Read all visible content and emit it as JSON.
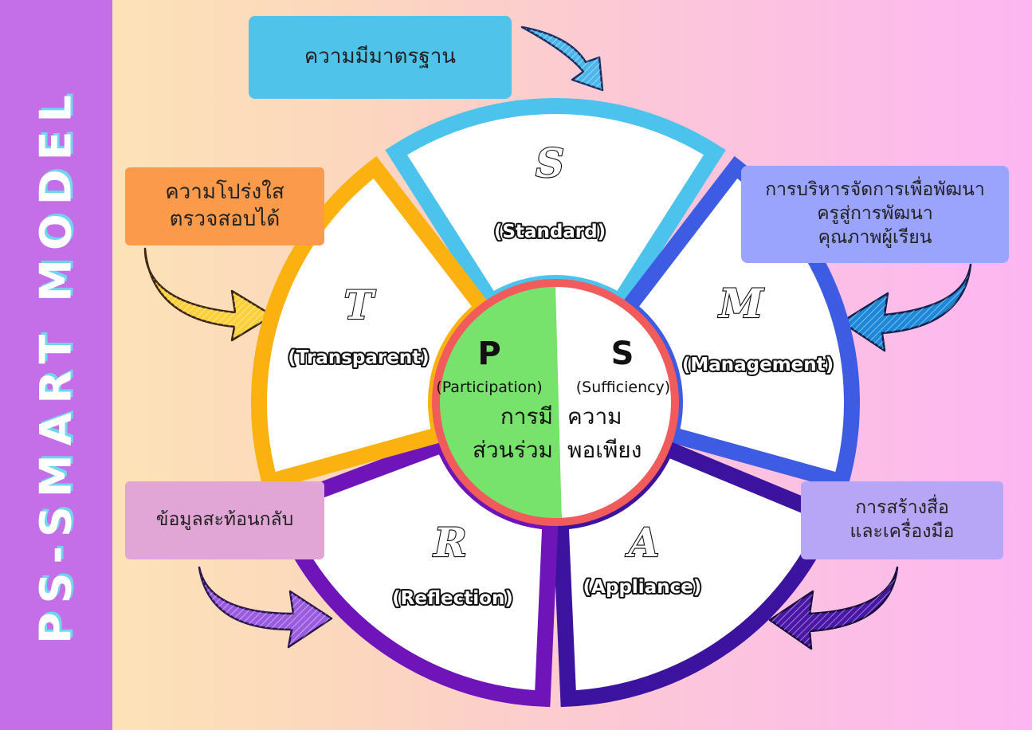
{
  "title": "PS-SMART MODEL",
  "colors": {
    "standard": "#4cc3ec",
    "management": "#3d5ce3",
    "appliance": "#3b139e",
    "reflection": "#6f14b8",
    "transparent": "#fbb211",
    "center_ring": "#f25b5b",
    "participation_fill": "#78e36c",
    "sidebar": "#c46fe8"
  },
  "segments": {
    "standard": {
      "letter": "S",
      "label": "(Standard)",
      "icon": "arrow-down-right-icon"
    },
    "management": {
      "letter": "M",
      "label": "(Management)",
      "icon": "arrow-left-icon"
    },
    "appliance": {
      "letter": "A",
      "label": "(Appliance)",
      "icon": "arrow-left-icon"
    },
    "reflection": {
      "letter": "R",
      "label": "(Reflection)",
      "icon": "arrow-right-icon"
    },
    "transparent": {
      "letter": "T",
      "label": "(Transparent)",
      "icon": "arrow-right-icon"
    }
  },
  "center": {
    "left": {
      "letter": "P",
      "english": "(Participation)",
      "thai_line1": "การมี",
      "thai_line2": "ส่วนร่วม"
    },
    "right": {
      "letter": "S",
      "english": "(Sufficiency)",
      "thai_line1": "ความ",
      "thai_line2": "พอเพียง"
    }
  },
  "boxes": {
    "standard": {
      "lines": [
        "ความมีมาตรฐาน"
      ]
    },
    "transparent": {
      "lines": [
        "ความโปร่งใส",
        "ตรวจสอบได้"
      ]
    },
    "management": {
      "lines": [
        "การบริหารจัดการเพื่อพัฒนา",
        "ครูสู่การพัฒนา",
        "คุณภาพผู้เรียน"
      ]
    },
    "reflection": {
      "lines": [
        "ข้อมูลสะท้อนกลับ"
      ]
    },
    "appliance": {
      "lines": [
        "การสร้างสื่อ",
        "และเครื่องมือ"
      ]
    }
  }
}
